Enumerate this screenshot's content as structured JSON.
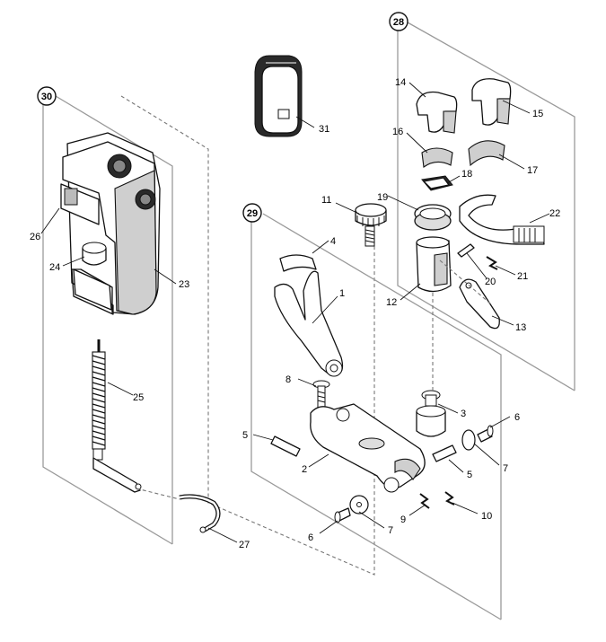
{
  "groups": {
    "g28": "28",
    "g29": "29",
    "g30": "30"
  },
  "parts": {
    "p1": "1",
    "p2": "2",
    "p3": "3",
    "p4": "4",
    "p5a": "5",
    "p5b": "5",
    "p6a": "6",
    "p6b": "6",
    "p7a": "7",
    "p7b": "7",
    "p8": "8",
    "p9": "9",
    "p10": "10",
    "p11": "11",
    "p12": "12",
    "p13": "13",
    "p14": "14",
    "p15": "15",
    "p16": "16",
    "p17": "17",
    "p18": "18",
    "p19": "19",
    "p20": "20",
    "p21": "21",
    "p22": "22",
    "p23": "23",
    "p24": "24",
    "p25": "25",
    "p26": "26",
    "p27": "27",
    "p31": "31"
  }
}
